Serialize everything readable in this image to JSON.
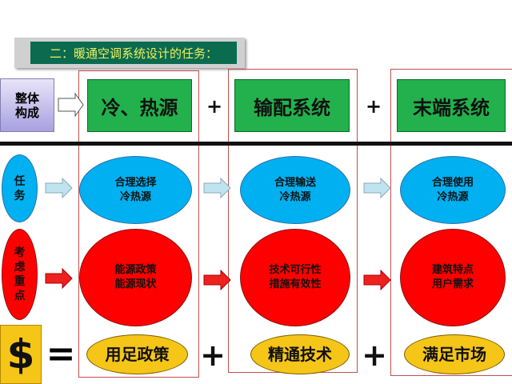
{
  "title": "二：暖通空调系统设计的任务：",
  "rows": {
    "composition": "整体构成",
    "task": "任务",
    "focus": "考虑重点",
    "money": "$",
    "equals": "="
  },
  "columns": [
    {
      "header": "冷、热源",
      "task": "合理选择\n冷热源",
      "focus": "能源政策\n能源现状",
      "result": "用足政策"
    },
    {
      "header": "输配系统",
      "task": "合理输送\n冷热源",
      "focus": "技术可行性\n措施有效性",
      "result": "精通技术"
    },
    {
      "header": "末端系统",
      "task": "合理使用\n冷热源",
      "focus": "建筑特点\n用户需求",
      "result": "满足市场"
    }
  ],
  "plus": "+",
  "colors": {
    "green": "#22b14c",
    "blue": "#00b0f0",
    "red": "#ff0000",
    "gold": "#f5c518",
    "banner": "#0b6b4f"
  }
}
